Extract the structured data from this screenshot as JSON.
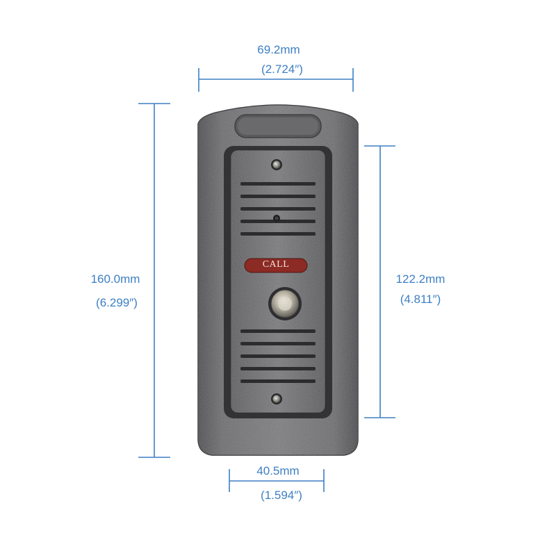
{
  "dimensions": {
    "top_width": {
      "mm": "69.2mm",
      "inch": "(2.724″)"
    },
    "left_height": {
      "mm": "160.0mm",
      "inch": "(6.299″)"
    },
    "right_height": {
      "mm": "122.2mm",
      "inch": "(4.811″)"
    },
    "bottom_width": {
      "mm": "40.5mm",
      "inch": "(1.594″)"
    }
  },
  "device": {
    "button_label": "CALL"
  },
  "colors": {
    "dimension_line": "#3d7fc4",
    "housing": "#5f5f62",
    "faceplate": "#6d6d70",
    "call_badge": "#8c2a24"
  }
}
